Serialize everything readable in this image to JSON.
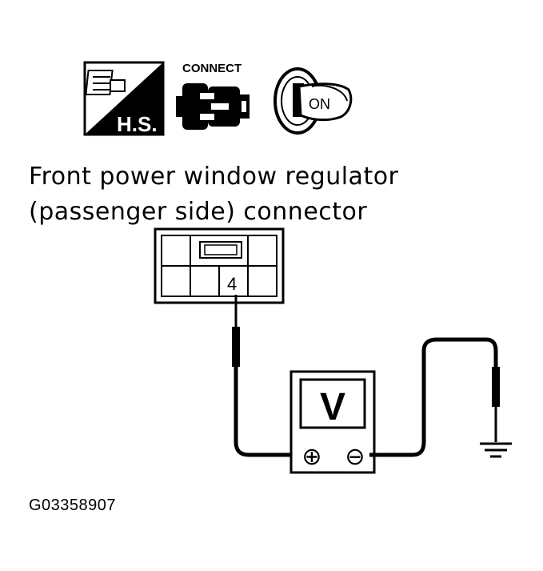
{
  "icons": {
    "hs_label": "H.S.",
    "connect_label": "CONNECT",
    "key_label": "ON"
  },
  "connector": {
    "title_line1": "Front power window regulator",
    "title_line2": "(passenger side) connector",
    "terminal": "4"
  },
  "meter": {
    "label": "V",
    "positive": "⊕",
    "negative": "⊖"
  },
  "figure_code": "G03358907"
}
